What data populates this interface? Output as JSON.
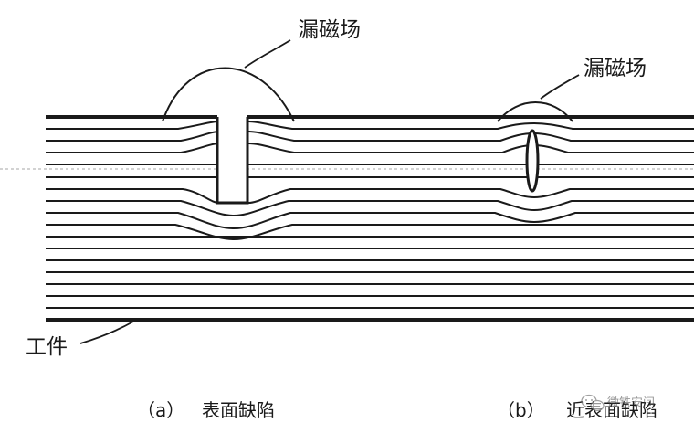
{
  "labels": {
    "leakage_a": "漏磁场",
    "leakage_b": "漏磁场",
    "workpiece": "工件",
    "caption_a_index": "（a）",
    "caption_a_text": "表面缺陷",
    "caption_b_index": "（b）",
    "caption_b_text": "近表面缺陷",
    "watermark": "微铁安间"
  },
  "colors": {
    "line": "#1a1a1a",
    "centerline": "#b8b8b8",
    "background": "#ffffff"
  },
  "icons": {
    "watermark_icon": "wechat-logo"
  }
}
